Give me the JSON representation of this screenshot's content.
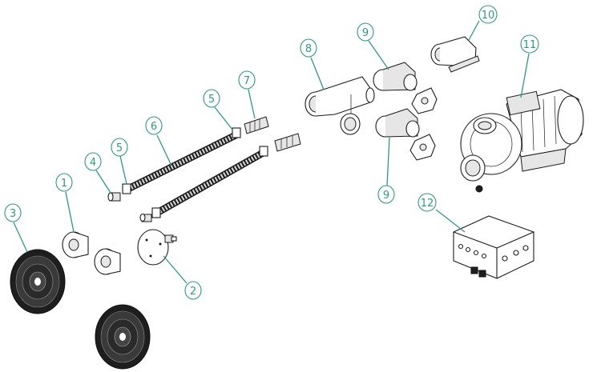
{
  "diagram": {
    "callouts": [
      {
        "label": "1"
      },
      {
        "label": "2"
      },
      {
        "label": "3"
      },
      {
        "label": "4"
      },
      {
        "label": "5"
      },
      {
        "label": "5"
      },
      {
        "label": "6"
      },
      {
        "label": "7"
      },
      {
        "label": "8"
      },
      {
        "label": "9"
      },
      {
        "label": "9"
      },
      {
        "label": "10"
      },
      {
        "label": "11"
      },
      {
        "label": "12"
      }
    ],
    "colors": {
      "callout": "#2e9a82",
      "line": "#1c1c1c",
      "background": "#ffffff"
    }
  }
}
